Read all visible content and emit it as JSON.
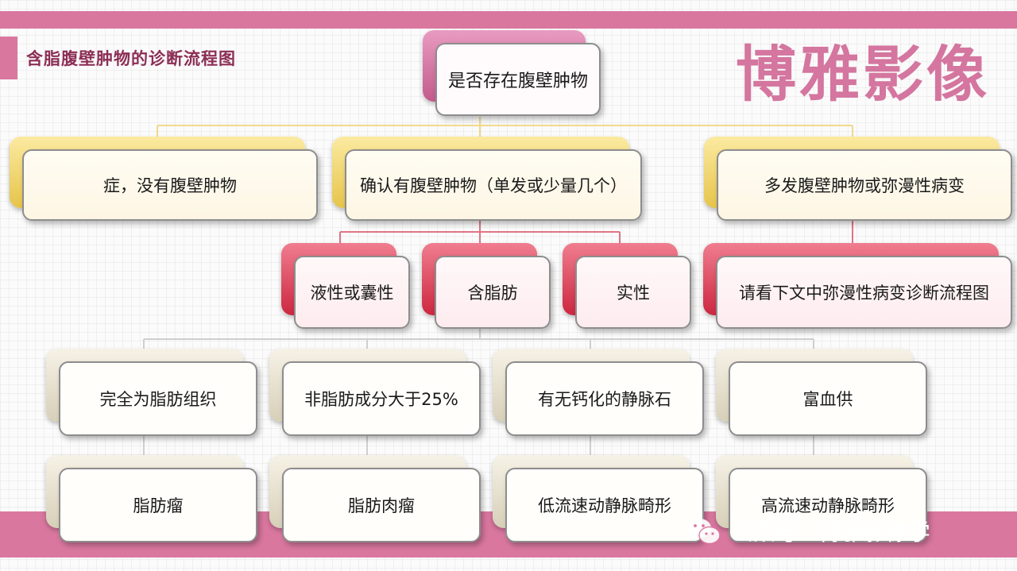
{
  "header": {
    "title": "含脂腹壁肿物的诊断流程图",
    "brand": "博雅影像"
  },
  "watermark": {
    "text": "公众号 · 博雅影像学",
    "icon": "wechat-icon"
  },
  "colors": {
    "band": "#d9779f",
    "title_text": "#8c2e55",
    "root_node": "#d4769f",
    "level1_node": "#f0d66a",
    "level2_node": "#e04a5e",
    "level3_node": "#e6dfcb",
    "connector_gold": "#f0d98a",
    "connector_red": "#e07585",
    "connector_gray": "#cfcfcf"
  },
  "flowchart": {
    "root": "是否存在腹壁肿物",
    "level1": [
      "症，没有腹壁肿物",
      "确认有腹壁肿物（单发或少量几个）",
      "多发腹壁肿物或弥漫性病变"
    ],
    "level2": [
      "液性或囊性",
      "含脂肪",
      "实性",
      "请看下文中弥漫性病变诊断流程图"
    ],
    "criteria": [
      "完全为脂肪组织",
      "非脂肪成分大于25%",
      "有无钙化的静脉石",
      "富血供"
    ],
    "diagnoses": [
      "脂肪瘤",
      "脂肪肉瘤",
      "低流速动静脉畸形",
      "高流速动静脉畸形"
    ]
  }
}
